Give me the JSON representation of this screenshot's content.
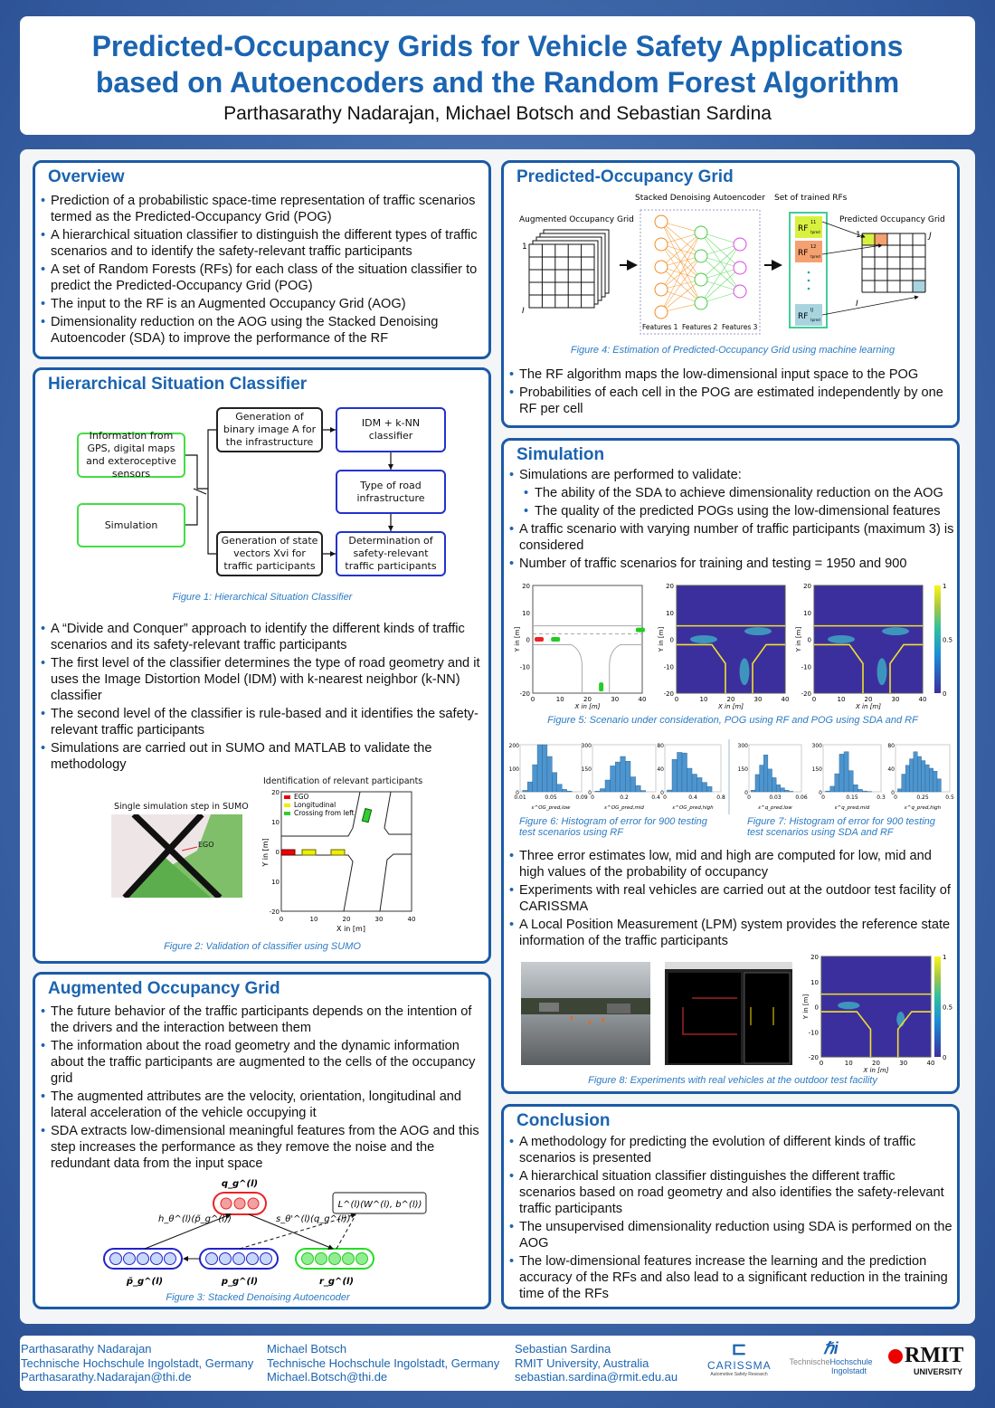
{
  "title": {
    "line1": "Predicted-Occupancy Grids for Vehicle Safety Applications",
    "line2": "based on Autoencoders and the Random Forest Algorithm",
    "authors": "Parthasarathy Nadarajan, Michael Botsch and Sebastian Sardina"
  },
  "overview": {
    "heading": "Overview",
    "bullets": [
      "Prediction of a probabilistic space-time representation of traffic scenarios termed as the Predicted-Occupancy Grid (POG)",
      "A hierarchical situation classifier to distinguish the different types of traffic scenarios and to identify the safety-relevant traffic participants",
      "A set of Random Forests (RFs) for each class of the situation classifier to predict the Predicted-Occupancy Grid (POG)",
      "The input to the RF is an Augmented Occupancy Grid (AOG)",
      "Dimensionality reduction on the AOG using the Stacked Denoising Autoencoder (SDA) to improve the performance of the RF"
    ]
  },
  "hsc": {
    "heading": "Hierarchical Situation Classifier",
    "fig1": {
      "info": "Information from GPS, digital maps and exteroceptive sensors",
      "simulation": "Simulation",
      "gen_binary": "Generation of binary image A for the infrastructure",
      "idm": "IDM + k-NN classifier",
      "type_road": "Type of road infrastructure",
      "gen_state": "Generation of state vectors Xvi for traffic participants",
      "determination": "Determination of safety-relevant traffic participants",
      "caption": "Figure 1: Hierarchical Situation Classifier"
    },
    "bullets": [
      "A “Divide and Conquer” approach to identify the different kinds of traffic scenarios and its safety-relevant traffic participants",
      "The first level of the classifier determines the type of road geometry and it uses the Image Distortion Model (IDM) with k-nearest neighbor (k-NN) classifier",
      "The second level of the classifier is rule-based and it identifies the safety-relevant traffic participants",
      "Simulations are carried out in SUMO and MATLAB to validate the methodology"
    ],
    "fig2": {
      "sumo_title": "Single simulation step in SUMO",
      "ego_label": "EGO",
      "plot_title": "Identification of relevant participants",
      "legend": [
        "EGO",
        "Longitudinal",
        "Crossing from left"
      ],
      "xlabel": "X in [m]",
      "ylabel": "Y in [m]",
      "xticks": [
        "0",
        "10",
        "20",
        "30",
        "40"
      ],
      "yticks": [
        "20",
        "10",
        "0",
        "10",
        "-20"
      ],
      "caption": "Figure 2: Validation of classifier using SUMO"
    }
  },
  "aog": {
    "heading": "Augmented Occupancy Grid",
    "bullets": [
      "The future behavior of the traffic participants depends on the intention of the drivers and the interaction between them",
      "The information about the road geometry and the dynamic information about the traffic participants are augmented to the cells of the occupancy grid",
      "The augmented attributes are the velocity, orientation, longitudinal and lateral acceleration of the vehicle occupying it",
      "SDA extracts low-dimensional meaningful features from the AOG and this step increases the performance as they remove the noise and the redundant data from the input space"
    ],
    "fig3": {
      "q": "q_g^(l)",
      "h": "h_θ^(l)(p̃_g^(l))",
      "s": "s_θ'^(l)(q_g^(l))",
      "loss": "L^(l)(W^(l), b^(l))",
      "ptilde": "p̃_g^(l)",
      "p": "p_g^(l)",
      "r": "r_g^(l)",
      "caption": "Figure 3: Stacked Denoising Autoencoder"
    }
  },
  "pog": {
    "heading": "Predicted-Occupancy Grid",
    "fig4": {
      "sda": "Stacked Denoising Autoencoder",
      "rfs": "Set of trained RFs",
      "aog": "Augmented Occupancy Grid",
      "pog": "Predicted Occupancy Grid",
      "features": [
        "Features 1",
        "Features 2",
        "Features 3"
      ],
      "rf": "RF",
      "rf_sups": [
        "11",
        "12",
        "IJ"
      ],
      "rf_sub": "tpred",
      "one": "1",
      "I": "I",
      "J": "J",
      "caption": "Figure 4: Estimation of Predicted-Occupancy Grid using machine learning"
    },
    "bullets": [
      "The RF algorithm maps the low-dimensional input space to the POG",
      "Probabilities of each cell in the POG are estimated independently by one RF per cell"
    ]
  },
  "simulation": {
    "heading": "Simulation",
    "bullets": [
      {
        "text": "Simulations are performed to validate:",
        "sub": false
      },
      {
        "text": "The ability of the SDA to achieve dimensionality reduction on the AOG",
        "sub": true
      },
      {
        "text": "The quality of the predicted POGs using the low-dimensional features",
        "sub": true
      },
      {
        "text": "A traffic scenario with varying number of traffic participants (maximum 3) is considered",
        "sub": false
      },
      {
        "text": "Number of traffic scenarios for training and testing = 1950 and 900",
        "sub": false
      }
    ],
    "fig5": {
      "xlabel": "X in [m]",
      "ylabel": "Y in [m]",
      "xticks": [
        "0",
        "10",
        "20",
        "30",
        "40"
      ],
      "yticks": [
        "20",
        "10",
        "0",
        "-10",
        "-20"
      ],
      "cbar": [
        "1",
        "0.5",
        "0"
      ],
      "caption": "Figure 5: Scenario under consideration, POG using RF and POG using SDA and RF"
    },
    "bullets2": [
      "Three error estimates low, mid and high are computed for low, mid and high values of the probability of occupancy",
      "Experiments with real vehicles are carried out at the outdoor test facility of CARISSMA",
      "A Local Position Measurement (LPM) system provides the reference state information of the traffic participants"
    ],
    "fig6_caption": "Figure 6: Histogram of error for 900 testing test scenarios using RF",
    "fig7_caption": "Figure 7: Histogram of error for 900 testing test scenarios using SDA and RF",
    "fig8": {
      "xlabel": "X in [m]",
      "ylabel": "Y in [m]",
      "xticks": [
        "0",
        "10",
        "20",
        "30",
        "40"
      ],
      "yticks": [
        "20",
        "10",
        "0",
        "-10",
        "-20"
      ],
      "cbar": [
        "1",
        "0.5",
        "0"
      ],
      "caption": "Figure 8: Experiments with real vehicles at the outdoor test facility"
    }
  },
  "chart_data": [
    {
      "type": "bar",
      "title": "",
      "xlabel": "ε^OG_pred,low",
      "ylim": [
        0,
        200
      ],
      "xlim": [
        0.01,
        0.09
      ],
      "xticks": [
        "0.01",
        "0.05",
        "0.09"
      ],
      "yticks": [
        "200",
        "100",
        "0"
      ],
      "values": [
        6,
        42,
        115,
        200,
        200,
        150,
        82,
        32,
        10,
        3
      ]
    },
    {
      "type": "bar",
      "title": "",
      "xlabel": "ε^OG_pred,mid",
      "ylim": [
        0,
        300
      ],
      "xlim": [
        0,
        0.4
      ],
      "xticks": [
        "0",
        "0.2",
        "0.4"
      ],
      "yticks": [
        "300",
        "150",
        "0"
      ],
      "values": [
        4,
        20,
        75,
        165,
        190,
        225,
        195,
        95,
        40,
        8
      ]
    },
    {
      "type": "bar",
      "title": "",
      "xlabel": "ε^OG_pred,high",
      "ylim": [
        0,
        80
      ],
      "xlim": [
        0,
        0.8
      ],
      "xticks": [
        "0",
        "0.4",
        "0.8"
      ],
      "yticks": [
        "80",
        "40",
        "0"
      ],
      "values": [
        3,
        55,
        67,
        66,
        40,
        30,
        24,
        16,
        9
      ]
    },
    {
      "type": "bar",
      "title": "",
      "xlabel": "ε^q_pred,low",
      "ylim": [
        0,
        300
      ],
      "xlim": [
        0,
        0.06
      ],
      "xticks": [
        "0",
        "0.03",
        "0.06"
      ],
      "yticks": [
        "300",
        "150",
        "0"
      ],
      "values": [
        10,
        110,
        170,
        235,
        145,
        90,
        45,
        25,
        10,
        3
      ]
    },
    {
      "type": "bar",
      "title": "",
      "xlabel": "ε^q_pred,mid",
      "ylim": [
        0,
        300
      ],
      "xlim": [
        0,
        0.3
      ],
      "xticks": [
        "0",
        "0.15",
        "0.3"
      ],
      "yticks": [
        "300",
        "150",
        "0"
      ],
      "values": [
        5,
        35,
        115,
        240,
        255,
        135,
        45,
        15,
        5,
        2
      ]
    },
    {
      "type": "bar",
      "title": "",
      "xlabel": "ε^q_pred,high",
      "ylim": [
        0,
        80
      ],
      "xlim": [
        0,
        0.5
      ],
      "xticks": [
        "0",
        "0.25",
        "0.5"
      ],
      "yticks": [
        "80",
        "40",
        "0"
      ],
      "values": [
        5,
        30,
        45,
        56,
        68,
        60,
        53,
        46,
        40,
        35,
        22
      ]
    }
  ],
  "conclusion": {
    "heading": "Conclusion",
    "bullets": [
      "A methodology for predicting the evolution of different kinds of traffic scenarios is presented",
      "A hierarchical situation classifier distinguishes the different traffic scenarios based on road geometry and also identifies the safety-relevant traffic participants",
      "The unsupervised dimensionality reduction using SDA is performed on the AOG",
      "The low-dimensional features increase the learning and the prediction accuracy of the RFs and also lead to a significant reduction in the training time of the RFs"
    ]
  },
  "footer": {
    "authors": [
      {
        "name": "Parthasarathy Nadarajan",
        "affil": "Technische Hochschule Ingolstadt, Germany",
        "email": "Parthasarathy.Nadarajan@thi.de"
      },
      {
        "name": "Michael Botsch",
        "affil": "Technische Hochschule Ingolstadt, Germany",
        "email": "Michael.Botsch@thi.de"
      },
      {
        "name": "Sebastian Sardina",
        "affil": "RMIT University, Australia",
        "email": "sebastian.sardina@rmit.edu.au"
      }
    ],
    "logos": {
      "carissma": "CARISSMA",
      "carissma_sub": "Automotive Safety Research",
      "thi_a": "Technische",
      "thi_b": "Hochschule",
      "thi_c": "Ingolstadt",
      "rmit": "RMIT",
      "rmit_sub": "UNIVERSITY"
    }
  },
  "colors": {
    "accent": "#1b64b0",
    "border": "#1b5aa6",
    "caption": "#2b7bc4"
  }
}
